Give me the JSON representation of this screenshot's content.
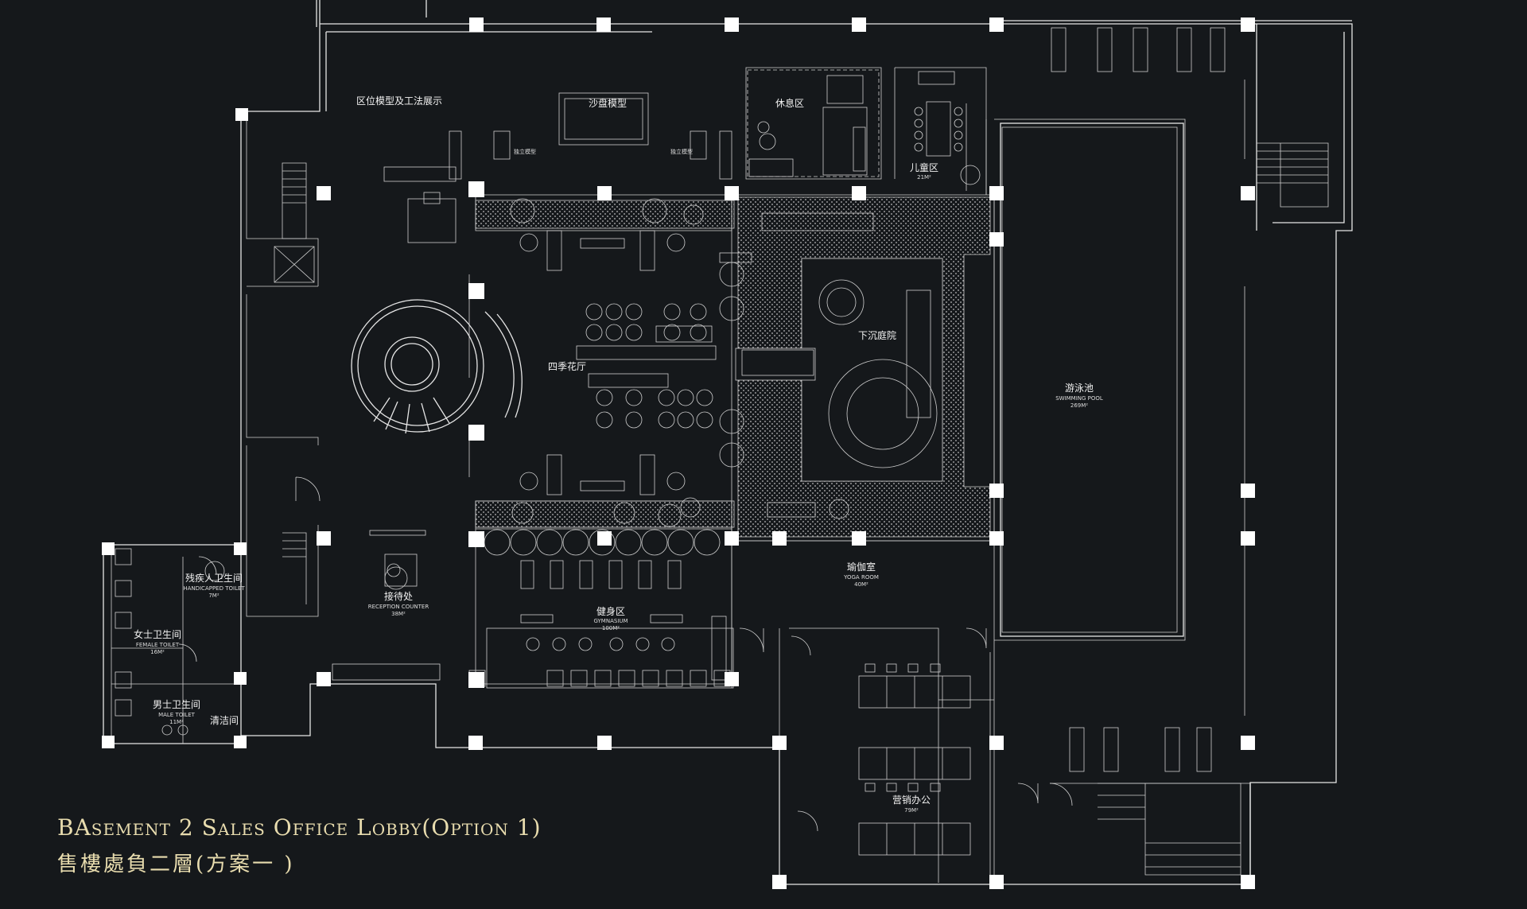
{
  "title": {
    "english": "BAsement 2 Sales Office Lobby(Option 1)",
    "chinese": "售樓處負二層(方案一 )"
  },
  "rooms": {
    "model_display": {
      "zh": "区位模型及工法展示"
    },
    "sand_table": {
      "zh": "沙盘模型"
    },
    "stand_model_left": {
      "zh": "独立模型"
    },
    "stand_model_right": {
      "zh": "独立模型"
    },
    "rest_area": {
      "zh": "休息区"
    },
    "kids_area": {
      "zh": "儿童区",
      "area": "21M²"
    },
    "four_season_hall": {
      "zh": "四季花厅"
    },
    "sunken_courtyard": {
      "zh": "下沉庭院"
    },
    "swimming_pool": {
      "zh": "游泳池",
      "en": "SWIMMING POOL",
      "area": "269M²"
    },
    "yoga_room": {
      "zh": "瑜伽室",
      "en": "YOGA ROOM",
      "area": "40M²"
    },
    "reception": {
      "zh": "接待处",
      "en": "RECEPTION COUNTER",
      "area": "38M²"
    },
    "gym": {
      "zh": "健身区",
      "en": "GYMNASIUM",
      "area": "100M²"
    },
    "accessible_toilet": {
      "zh": "残疾人卫生间",
      "en": "HANDICAPPED TOILET",
      "area": "7M²"
    },
    "female_toilet": {
      "zh": "女士卫生间",
      "en": "FEMALE TOILET",
      "area": "16M²"
    },
    "male_toilet": {
      "zh": "男士卫生间",
      "en": "MALE TOILET",
      "area": "11M²"
    },
    "cleaning_room": {
      "zh": "清洁间"
    },
    "sales_office": {
      "zh": "营销办公",
      "area": "79M²"
    }
  }
}
